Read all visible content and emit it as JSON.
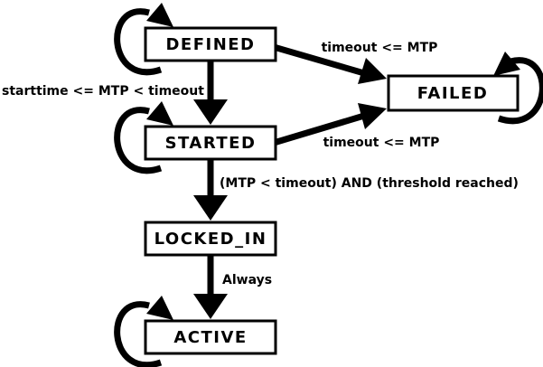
{
  "diagram": {
    "title": "state-machine",
    "colors": {
      "background": "#ffffff",
      "stroke": "#000000",
      "box_fill": "#ffffff",
      "text": "#000000"
    },
    "states": [
      {
        "id": "defined",
        "label": "DEFINED",
        "self_loop": true
      },
      {
        "id": "started",
        "label": "STARTED",
        "self_loop": true
      },
      {
        "id": "failed",
        "label": "FAILED",
        "self_loop": true
      },
      {
        "id": "locked_in",
        "label": "LOCKED_IN",
        "self_loop": false
      },
      {
        "id": "active",
        "label": "ACTIVE",
        "self_loop": true
      }
    ],
    "transitions": [
      {
        "from": "DEFINED",
        "to": "FAILED",
        "label": "timeout <= MTP"
      },
      {
        "from": "DEFINED",
        "to": "STARTED",
        "label": "starttime <= MTP < timeout"
      },
      {
        "from": "STARTED",
        "to": "FAILED",
        "label": "timeout <= MTP"
      },
      {
        "from": "STARTED",
        "to": "LOCKED_IN",
        "label": "(MTP < timeout) AND (threshold reached)"
      },
      {
        "from": "LOCKED_IN",
        "to": "ACTIVE",
        "label": "Always"
      }
    ]
  }
}
